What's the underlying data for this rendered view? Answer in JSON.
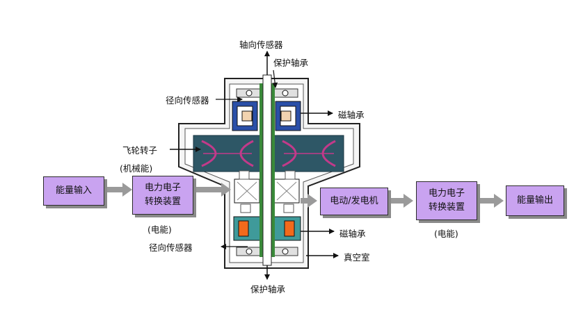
{
  "colors": {
    "box_fill": "#c9a3f0",
    "housing_fill": "#f5f5f5",
    "rotor_fill": "#2e5766",
    "rotor_accent": "#c23a8a",
    "magnet_blue": "#2a4fa8",
    "coil_orange": "#f26a1b",
    "teal": "#3f9a9a",
    "shaft_green": "#3a8a3a",
    "arrow_gray": "#9a9a9a"
  },
  "boxes": {
    "energy_input": "能量输入",
    "converter_left_line1": "电力电子",
    "converter_left_line2": "转换装置",
    "motor_generator": "电动/发电机",
    "converter_right_line1": "电力电子",
    "converter_right_line2": "转换装置",
    "energy_output": "能量输出"
  },
  "labels": {
    "axial_sensor": "轴向传感器",
    "protective_bearing_top": "保护轴承",
    "radial_sensor_top": "径向传感器",
    "magnetic_bearing_top": "磁轴承",
    "flywheel_rotor_line1": "飞轮转子",
    "flywheel_rotor_line2": "(机械能)",
    "electric_energy_left": "(电能)",
    "magnetic_bearing_bottom": "磁轴承",
    "radial_sensor_bottom": "径向传感器",
    "vacuum_chamber": "真空室",
    "protective_bearing_bottom": "保护轴承",
    "electric_energy_right": "(电能)"
  }
}
